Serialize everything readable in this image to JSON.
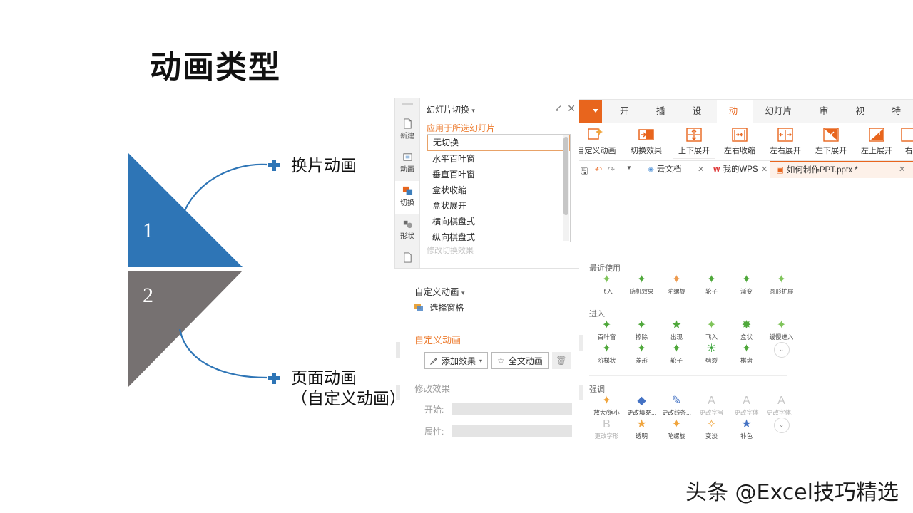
{
  "slide": {
    "title": "动画类型",
    "watermark": "头条 @Excel技巧精选"
  },
  "diagram": {
    "colors": {
      "top": "#2E75B6",
      "bottom": "#767171",
      "connector": "#2E75B6"
    },
    "items": [
      {
        "number": "1",
        "label": "换片动画"
      },
      {
        "number": "2",
        "label": "页面动画\n（自定义动画）"
      }
    ],
    "label_1": "换片动画",
    "label_2_line1": "页面动画",
    "label_2_line2": "（自定义动画）"
  },
  "transition_panel": {
    "header": {
      "title": "幻灯片切换",
      "caret": "▾",
      "minimize": "↙",
      "close": "✕"
    },
    "sidebar": [
      {
        "label": "新建",
        "icon": "new-doc-icon",
        "active": false
      },
      {
        "label": "动画",
        "icon": "animation-icon",
        "active": false
      },
      {
        "label": "切换",
        "icon": "transition-icon",
        "active": true
      },
      {
        "label": "形状",
        "icon": "shape-icon",
        "active": false
      },
      {
        "label": "",
        "icon": "more-doc-icon",
        "active": false
      }
    ],
    "section_label": "应用于所选幻灯片",
    "list": [
      {
        "text": "无切换",
        "selected": true
      },
      {
        "text": "水平百叶窗",
        "selected": false
      },
      {
        "text": "垂直百叶窗",
        "selected": false
      },
      {
        "text": "盒状收缩",
        "selected": false
      },
      {
        "text": "盒状展开",
        "selected": false
      },
      {
        "text": "横向棋盘式",
        "selected": false
      },
      {
        "text": "纵向棋盘式",
        "selected": false
      }
    ],
    "cut_off_text": "修改切换效果"
  },
  "custom_anim_panel": {
    "title": "自定义动画",
    "title_caret": "▾",
    "select_pane": "选择窗格",
    "section_header": "自定义动画",
    "add_effect": "添加效果",
    "add_effect_caret": "▾",
    "full_text_anim": "全文动画",
    "delete_icon": "🗑",
    "modify_label": "修改效果",
    "fields": [
      {
        "label": "开始:",
        "value": ""
      },
      {
        "label": "属性:",
        "value": ""
      }
    ]
  },
  "ribbon_window": {
    "tabs": [
      {
        "label": "开始",
        "active": false
      },
      {
        "label": "插入",
        "active": false
      },
      {
        "label": "设计",
        "active": false
      },
      {
        "label": "动画",
        "active": true
      },
      {
        "label": "幻灯片放映",
        "active": false
      },
      {
        "label": "审阅",
        "active": false
      },
      {
        "label": "视图",
        "active": false
      },
      {
        "label": "特",
        "active": false
      }
    ],
    "commands": [
      {
        "label": "目定义动画",
        "icon": "custom-animation-icon"
      },
      {
        "label": "切换效果",
        "icon": "transition-effect-icon"
      },
      {
        "label": "上下展开",
        "icon": "expand-vertical-icon"
      },
      {
        "label": "左右收缩",
        "icon": "shrink-horizontal-icon"
      },
      {
        "label": "左右展开",
        "icon": "expand-horizontal-icon"
      },
      {
        "label": "左下展开",
        "icon": "expand-down-left-icon"
      },
      {
        "label": "左上展开",
        "icon": "expand-up-left-icon"
      },
      {
        "label": "右",
        "icon": "expand-right-icon"
      }
    ],
    "file_tabs": [
      {
        "label": "云文档",
        "icon": "cloud-doc-icon",
        "active": false,
        "close": "✕"
      },
      {
        "label": "我的WPS",
        "icon": "wps-icon",
        "active": false,
        "close": "✕"
      },
      {
        "label": "如何制作PPT.pptx *",
        "icon": "ppt-file-icon",
        "active": true,
        "close": "✕"
      }
    ],
    "quick_icons": [
      "save-icon",
      "undo-icon",
      "redo-icon",
      "dropdown-icon"
    ]
  },
  "animation_gallery": {
    "sections": [
      {
        "name": "最近使用",
        "items": [
          {
            "label": "飞入",
            "color": "#70AD47"
          },
          {
            "label": "随机效果",
            "color": "#70AD47"
          },
          {
            "label": "陀螺旋",
            "color": "#ED9A4E"
          },
          {
            "label": "轮子",
            "color": "#70AD47"
          },
          {
            "label": "渐变",
            "color": "#70AD47"
          },
          {
            "label": "圆形扩展",
            "color": "#70AD47"
          }
        ]
      },
      {
        "name": "进入",
        "items": [
          {
            "label": "百叶窗",
            "color": "#70AD47"
          },
          {
            "label": "擦除",
            "color": "#70AD47"
          },
          {
            "label": "出现",
            "color": "#70AD47"
          },
          {
            "label": "飞入",
            "color": "#70AD47"
          },
          {
            "label": "盒状",
            "color": "#70AD47"
          },
          {
            "label": "缓慢进入",
            "color": "#70AD47"
          },
          {
            "label": "阶梯状",
            "color": "#70AD47"
          },
          {
            "label": "菱形",
            "color": "#70AD47"
          },
          {
            "label": "轮子",
            "color": "#70AD47"
          },
          {
            "label": "劈裂",
            "color": "#70AD47"
          },
          {
            "label": "棋盘",
            "color": "#70AD47"
          },
          {
            "label": "",
            "color": "",
            "more": true
          }
        ]
      },
      {
        "name": "强调",
        "items": [
          {
            "label": "放大/缩小",
            "color": "#F0A53E"
          },
          {
            "label": "更改填充...",
            "color": "#4472C4"
          },
          {
            "label": "更改线条...",
            "color": "#4472C4"
          },
          {
            "label": "更改字号",
            "color": "#BFBFBF",
            "dim": true
          },
          {
            "label": "更改字体",
            "color": "#BFBFBF",
            "dim": true
          },
          {
            "label": "更改字体...",
            "color": "#BFBFBF",
            "dim": true
          },
          {
            "label": "更改字形",
            "color": "#BFBFBF",
            "dim": true
          },
          {
            "label": "透明",
            "color": "#F0A53E"
          },
          {
            "label": "陀螺旋",
            "color": "#F0A53E"
          },
          {
            "label": "变淡",
            "color": "#F0A53E"
          },
          {
            "label": "补色",
            "color": "#4472C4"
          },
          {
            "label": "",
            "color": "",
            "more": true
          }
        ]
      }
    ],
    "more_caret": "⌄"
  }
}
